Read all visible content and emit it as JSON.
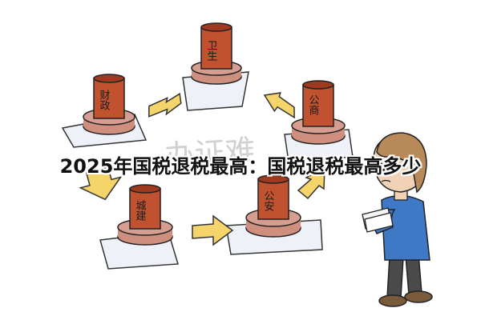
{
  "headline": "2025年国税退税最高：国税退税最高多少",
  "stamps": {
    "health": "卫生",
    "finance": "财政",
    "commerce": "公商",
    "construction": "城建",
    "police": "公安"
  },
  "watermark": "办证难",
  "colors": {
    "stamp_body": "#c0522f",
    "stamp_top": "#9e3a1f",
    "stamp_base": "#cf8f7f",
    "arrow": "#f5d56a",
    "paper": "#eef2f8",
    "shirt": "#3f79c6",
    "hair": "#b88a5a"
  }
}
